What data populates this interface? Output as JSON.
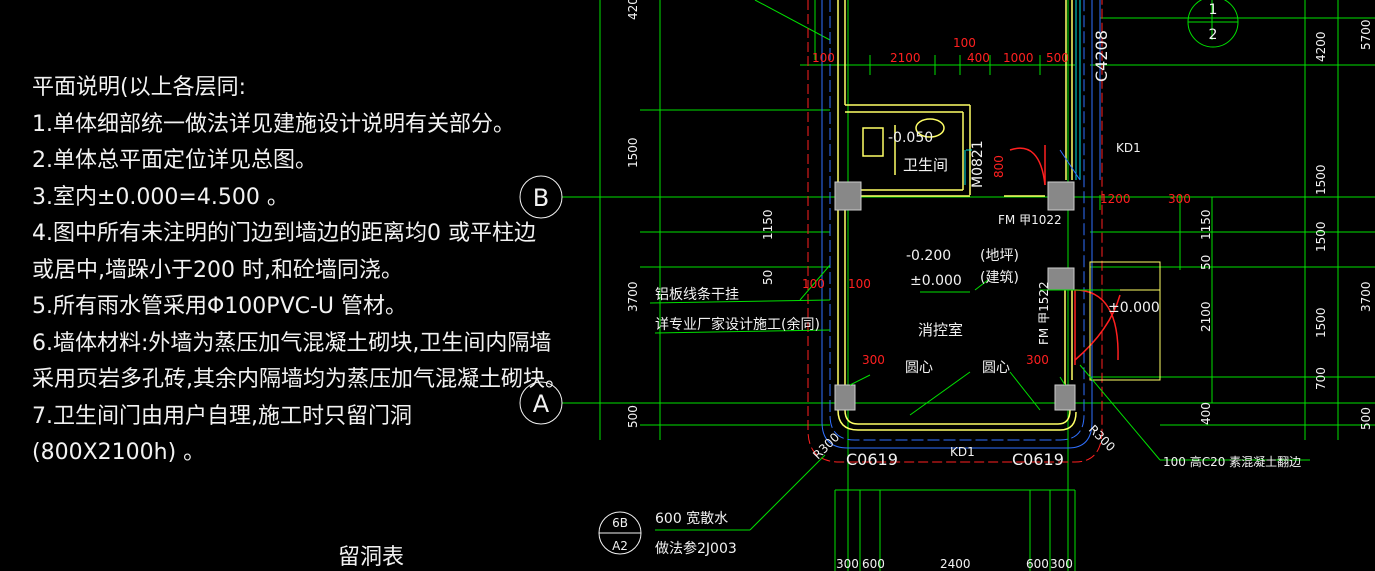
{
  "notes": {
    "title": "平面说明(以上各层同:",
    "items": [
      "1.单体细部统一做法详见建施设计说明有关部分。",
      "2.单体总平面定位详见总图。",
      "3.室内±0.000=4.500          。",
      "4.图中所有未注明的门边到墙边的距离均0   或平柱边",
      "或居中,墙跺小于200   时,和砼墙同浇。",
      "5.所有雨水管采用Φ100PVC-U       管材。",
      "6.墙体材料:外墙为蒸压加气混凝土砌块,卫生间内隔墙",
      "采用页岩多孔砖,其余内隔墙均为蒸压加气混凝土砌块。",
      "7.卫生间门由用户自理,施工时只留门洞",
      "(800X2100h)          。"
    ]
  },
  "table_title": "留洞表",
  "grid": {
    "axis_b": "B",
    "axis_a": "A",
    "axis_1": "1",
    "axis_2": "2"
  },
  "dims_top": [
    "100",
    "2100",
    "100",
    "400",
    "1000",
    "500"
  ],
  "dims_left": [
    "420",
    "1500",
    "1150",
    "50",
    "3700",
    "500"
  ],
  "dims_right": [
    "5700",
    "4200",
    "1500",
    "1500",
    "1500",
    "700",
    "3700",
    "500",
    "1150",
    "50",
    "2100",
    "400"
  ],
  "dims_bottom": [
    "300",
    "600",
    "2400",
    "600",
    "300"
  ],
  "dims_misc": [
    "1200",
    "300",
    "800",
    "300",
    "300",
    "100",
    "100",
    "R300",
    "R300"
  ],
  "labels": {
    "toilet": "卫生间",
    "toilet_level": "-0.050",
    "door_m": "M0821",
    "fm_b": "FM 甲1022",
    "fm_c": "FM 甲1522",
    "kd_top": "KD1",
    "kd_bottom": "KD1",
    "level_ground": "-0.200",
    "level_floor": "±0.000",
    "level_right": "±0.000",
    "floor_type": "(地坪)",
    "arch": "(建筑)",
    "room": "消控室",
    "circle_l": "圆心",
    "circle_r": "圆心",
    "aluminum": "铝板线条干挂",
    "vendor": "详专业厂家设计施工(余同)",
    "window_l": "C0619",
    "window_r": "C0619",
    "window_top": "C4208",
    "curb": "100 高C20 素混凝土翻边",
    "ditch_a": "600 宽散水",
    "ditch_b": "做法参2J003",
    "ref_top": "6B",
    "ref_bottom": "A2"
  },
  "colors": {
    "green": "#00e000",
    "yellow": "#ffff66",
    "red": "#ff2020",
    "blue": "#3070ff",
    "cyan": "#00e0e0",
    "white": "#f2f2f2"
  }
}
